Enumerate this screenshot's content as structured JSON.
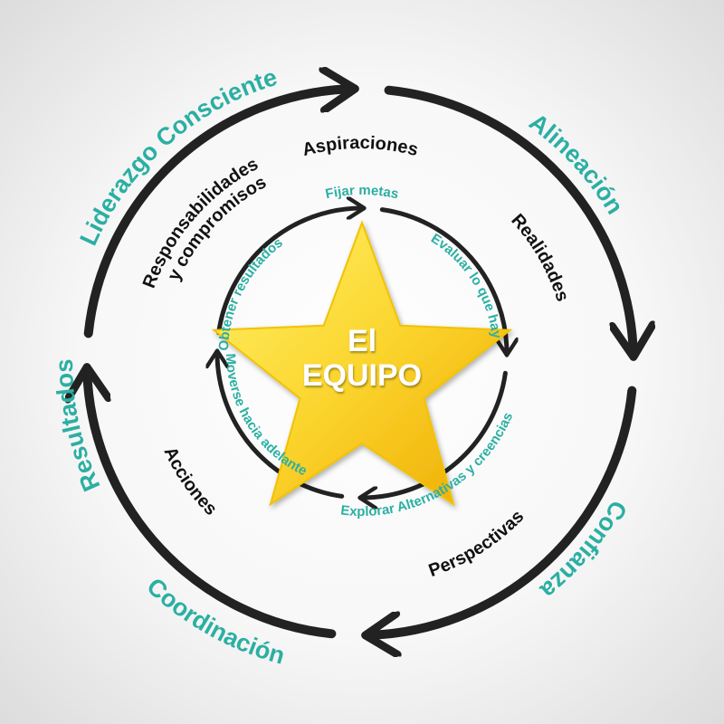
{
  "colors": {
    "teal": "#2bafa3",
    "ring": "#222222",
    "star_light": "#fde84f",
    "star_dark": "#f0b000"
  },
  "center": {
    "line1": "El",
    "line2": "EQUIPO"
  },
  "outer_labels": {
    "liderazgo": "Liderazgo Consciente",
    "alineacion": "Alineación",
    "confianza": "Confianza",
    "coordinacion": "Coordinación",
    "resultados": "Resultados"
  },
  "middle_labels": {
    "aspiraciones": "Aspiraciones",
    "realidades": "Realidades",
    "perspectivas": "Perspectivas",
    "acciones": "Acciones",
    "responsabilidades": "Responsabilidades",
    "compromisos": "y compromisos"
  },
  "inner_labels": {
    "fijar": "Fijar metas",
    "evaluar": "Evaluar lo que hay",
    "explorar": "Explorar Alternativas y creencias",
    "moverse": "Moverse hacia adelante",
    "obtener": "Obtener resultados"
  }
}
